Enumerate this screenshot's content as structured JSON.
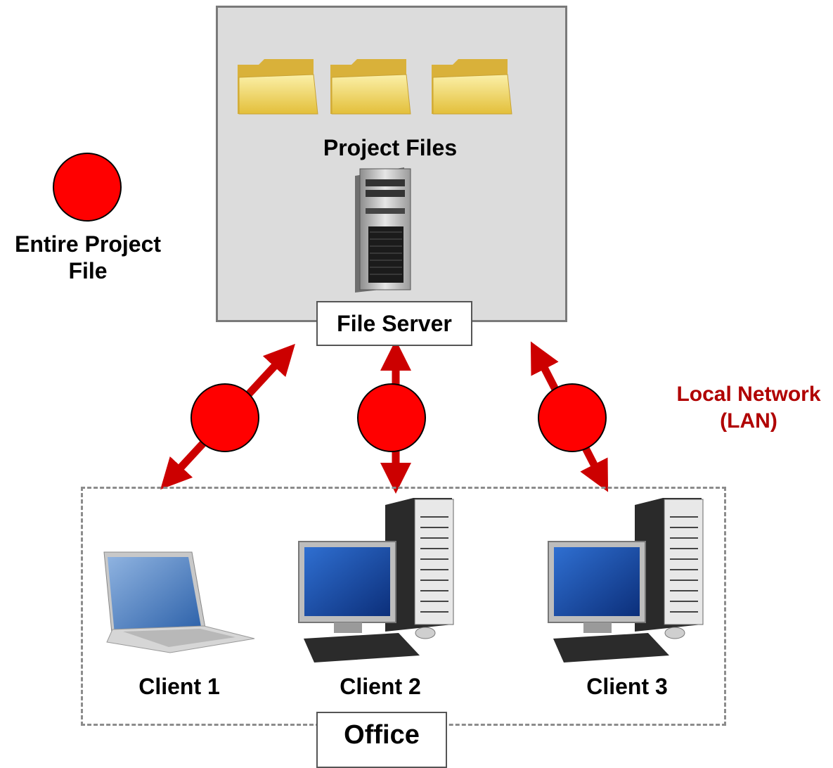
{
  "legend": {
    "label": "Entire Project File"
  },
  "server": {
    "files_label": "Project Files",
    "label": "File Server"
  },
  "network": {
    "label_line1": "Local Network",
    "label_line2": "(LAN)",
    "accent_color": "#b00000"
  },
  "clients": [
    {
      "label": "Client 1",
      "device": "laptop-icon"
    },
    {
      "label": "Client 2",
      "device": "desktop-computer-icon"
    },
    {
      "label": "Client 3",
      "device": "desktop-computer-icon"
    }
  ],
  "office": {
    "label": "Office"
  },
  "colors": {
    "packet": "#ff0000",
    "arrow": "#cc0000",
    "server_bg": "#dcdcdc",
    "folder": "#f1d66a"
  }
}
